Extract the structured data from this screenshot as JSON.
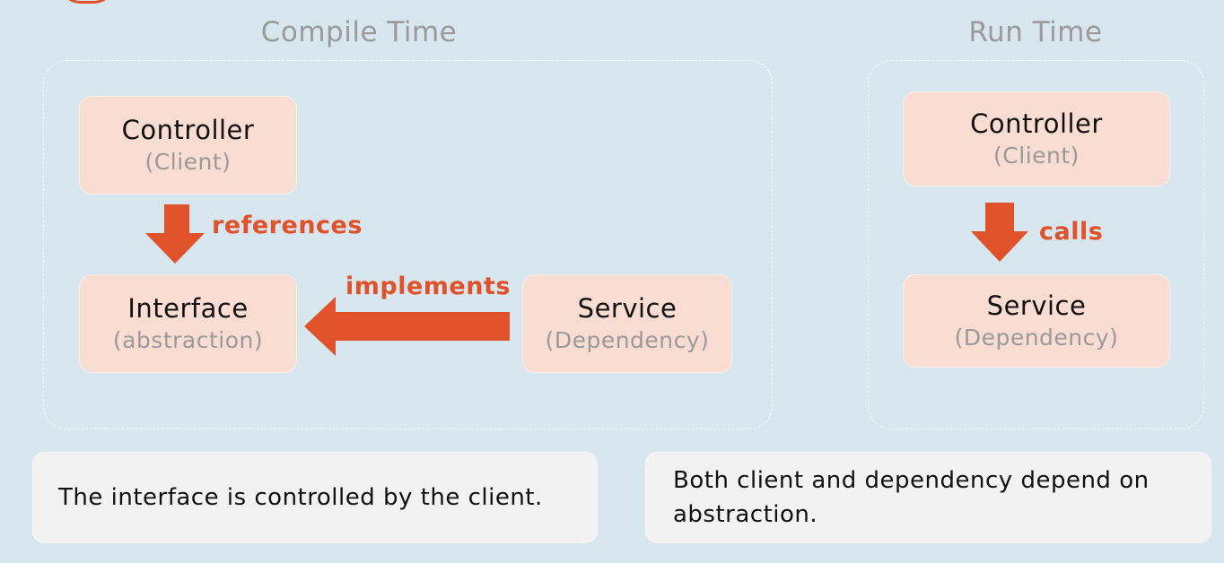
{
  "compile_time": {
    "title": "Compile Time",
    "controller": {
      "title": "Controller",
      "subtitle": "(Client)"
    },
    "interface": {
      "title": "Interface",
      "subtitle": "(abstraction)"
    },
    "service": {
      "title": "Service",
      "subtitle": "(Dependency)"
    },
    "references_label": "references",
    "implements_label": "implements"
  },
  "run_time": {
    "title": "Run Time",
    "controller": {
      "title": "Controller",
      "subtitle": "(Client)"
    },
    "service": {
      "title": "Service",
      "subtitle": "(Dependency)"
    },
    "calls_label": "calls"
  },
  "notes": {
    "left": "The interface is controlled by the client.",
    "right": "Both client and dependency depend on abstraction."
  },
  "colors": {
    "accent": "#e05229",
    "node_fill": "#f9dcd2",
    "background": "#d8e7ef",
    "muted_text": "#9a9a9a"
  }
}
